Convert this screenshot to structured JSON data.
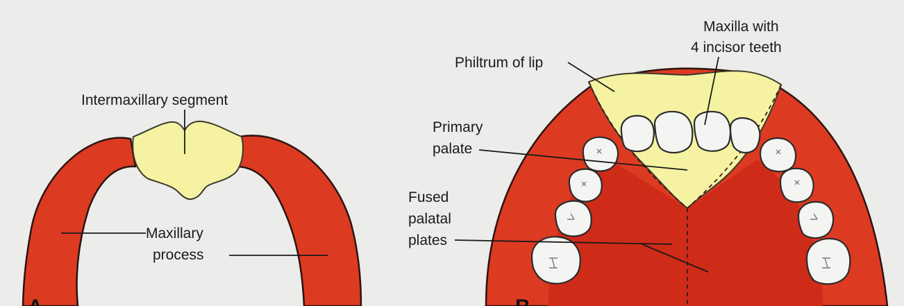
{
  "colors": {
    "background": "#ececea",
    "maxillary_red": "#dd3a22",
    "palate_red": "#cf2b19",
    "segment_yellow": "#f5f3a2",
    "tooth_white": "#f4f4f2"
  },
  "panel_a": {
    "letter": "A",
    "label_intermaxillary": "Intermaxillary segment",
    "label_maxillary_line1": "Maxillary",
    "label_maxillary_line2": "process"
  },
  "panel_b": {
    "letter": "B",
    "label_philtrum": "Philtrum of lip",
    "label_maxilla_line1": "Maxilla with",
    "label_maxilla_line2": "4 incisor teeth",
    "label_primary_line1": "Primary",
    "label_primary_line2": "palate",
    "label_fused_line1": "Fused",
    "label_fused_line2": "palatal",
    "label_fused_line3": "plates"
  }
}
